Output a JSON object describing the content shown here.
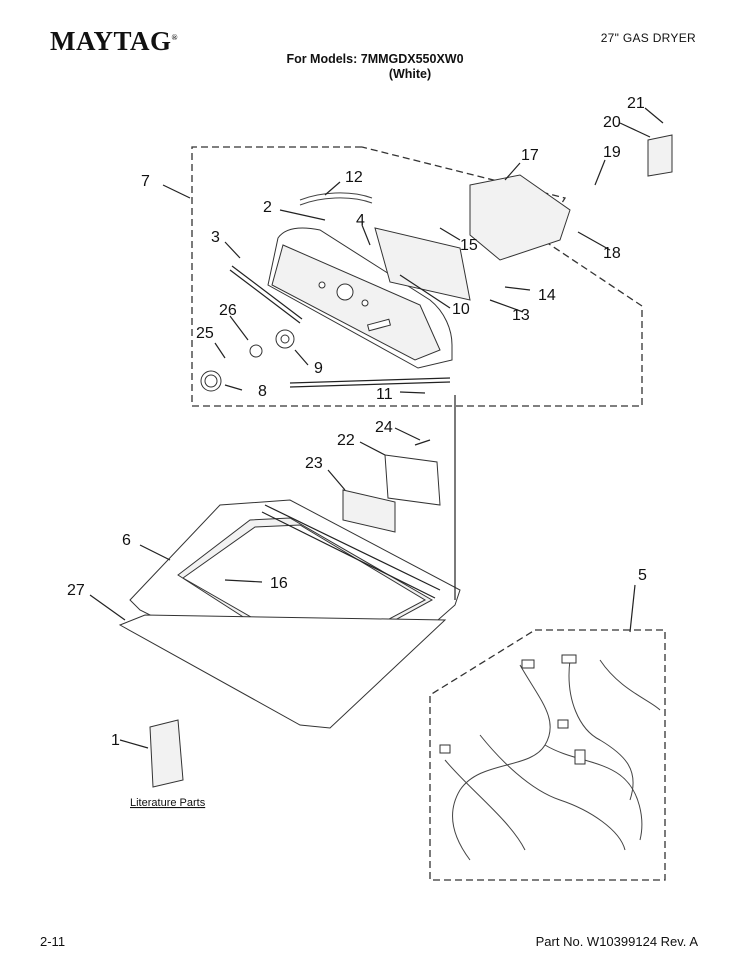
{
  "header": {
    "brand": "MAYTAG",
    "product_type": "27\" GAS DRYER",
    "models_line1": "For Models: 7MMGDX550XW0",
    "models_line2": "(White)"
  },
  "callouts": [
    "1",
    "2",
    "3",
    "4",
    "5",
    "6",
    "7",
    "8",
    "9",
    "10",
    "11",
    "12",
    "13",
    "14",
    "15",
    "16",
    "17",
    "18",
    "19",
    "20",
    "21",
    "22",
    "23",
    "24",
    "25",
    "26",
    "27"
  ],
  "literature_label": "Literature Parts",
  "footer": {
    "page_number": "2-11",
    "part_number": "Part No. W10399124 Rev. A"
  }
}
